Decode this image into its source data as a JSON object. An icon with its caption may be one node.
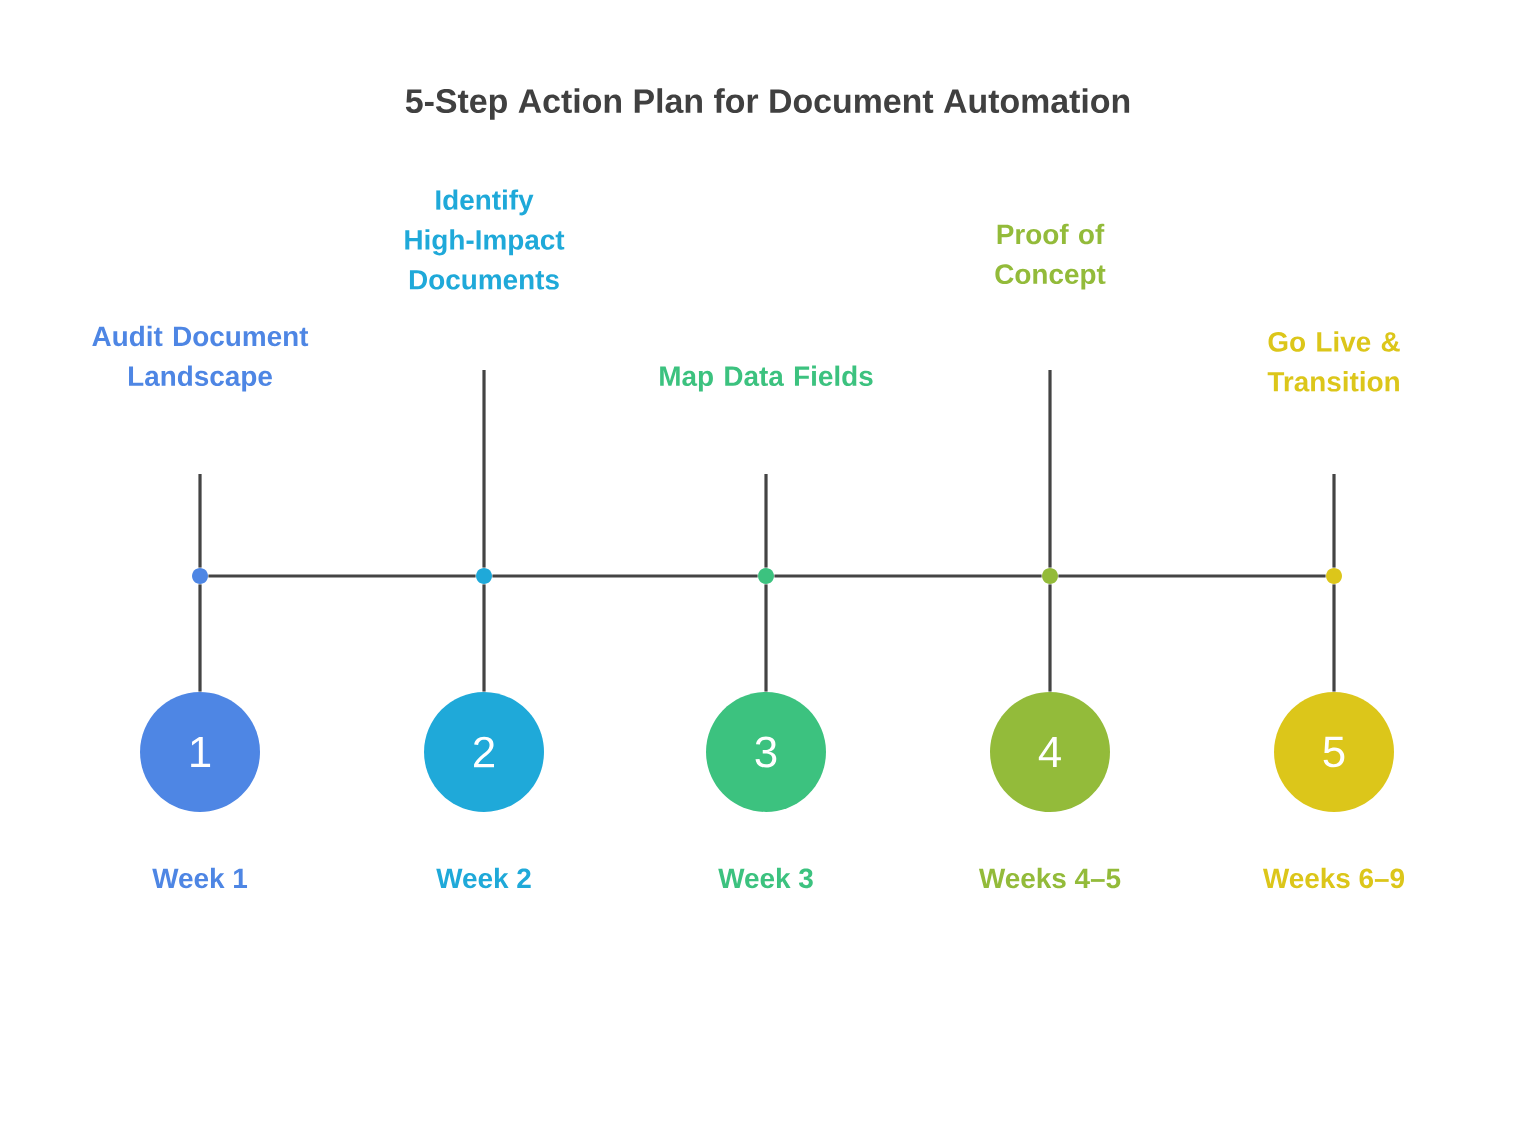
{
  "diagram": {
    "title": "5-Step Action Plan for Document Automation",
    "nodes": [
      {
        "text": [
          "Audit Document Landscape"
        ]
      },
      {
        "text": [
          "Identify High-Impact Documents"
        ]
      },
      {
        "text": [
          "Map Data Fields"
        ]
      },
      {
        "text": [
          "Proof of Concept"
        ]
      },
      {
        "text": [
          "Go Live & Transition"
        ]
      },
      {
        "text": [],
        "shape": "circle"
      },
      {
        "text": [],
        "shape": "circle"
      },
      {
        "text": [],
        "shape": "circle"
      },
      {
        "text": [],
        "shape": "circle"
      },
      {
        "text": [],
        "shape": "circle"
      },
      {
        "text": [
          "1"
        ],
        "beside": [
          "Week 1"
        ]
      },
      {
        "text": [
          "2"
        ],
        "beside": [
          "Week 2"
        ]
      },
      {
        "text": [
          "3"
        ],
        "beside": [
          "Week 3"
        ]
      },
      {
        "text": [
          "4"
        ],
        "beside": [
          "Weeks 4–5"
        ]
      },
      {
        "text": [
          "5"
        ],
        "beside": [
          "Weeks 6–9"
        ]
      }
    ],
    "edges": [
      {
        "from": 0,
        "to": 5,
        "arrow": "none"
      },
      {
        "from": 1,
        "to": 6,
        "arrow": "none"
      },
      {
        "from": 2,
        "to": 7,
        "arrow": "none"
      },
      {
        "from": 3,
        "to": 8,
        "arrow": "none"
      },
      {
        "from": 4,
        "to": 9,
        "arrow": "none"
      },
      {
        "from": 5,
        "to": 6,
        "arrow": "none"
      },
      {
        "from": 6,
        "to": 7,
        "arrow": "none"
      },
      {
        "from": 7,
        "to": 8,
        "arrow": "none"
      },
      {
        "from": 8,
        "to": 9,
        "arrow": "none"
      },
      {
        "from": 10,
        "to": 5,
        "arrow": "none"
      },
      {
        "from": 11,
        "to": 6,
        "arrow": "none"
      },
      {
        "from": 12,
        "to": 7,
        "arrow": "none"
      },
      {
        "from": 13,
        "to": 8,
        "arrow": "none"
      },
      {
        "from": 14,
        "to": 9,
        "arrow": "none"
      }
    ]
  }
}
